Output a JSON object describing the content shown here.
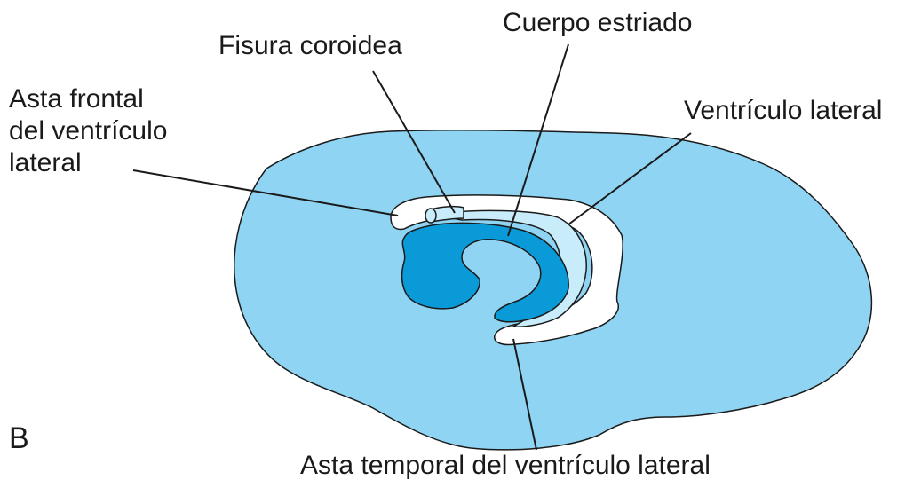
{
  "labels": {
    "cuerpo_estriado": "Cuerpo estriado",
    "fisura_coroidea": "Fisura coroidea",
    "asta_frontal_line1": "Asta frontal",
    "asta_frontal_line2": "del ventrículo",
    "asta_frontal_line3": "lateral",
    "ventriculo_lateral": "Ventrículo lateral",
    "asta_temporal": "Asta temporal del ventrículo lateral"
  },
  "panel_letter": "B",
  "colors": {
    "hemisphere": "#8fd4f2",
    "striatum": "#0a9ad8",
    "ventricle_light": "#c8ecf9",
    "ventricle_white": "#ffffff",
    "outline": "#1a1a1a"
  }
}
